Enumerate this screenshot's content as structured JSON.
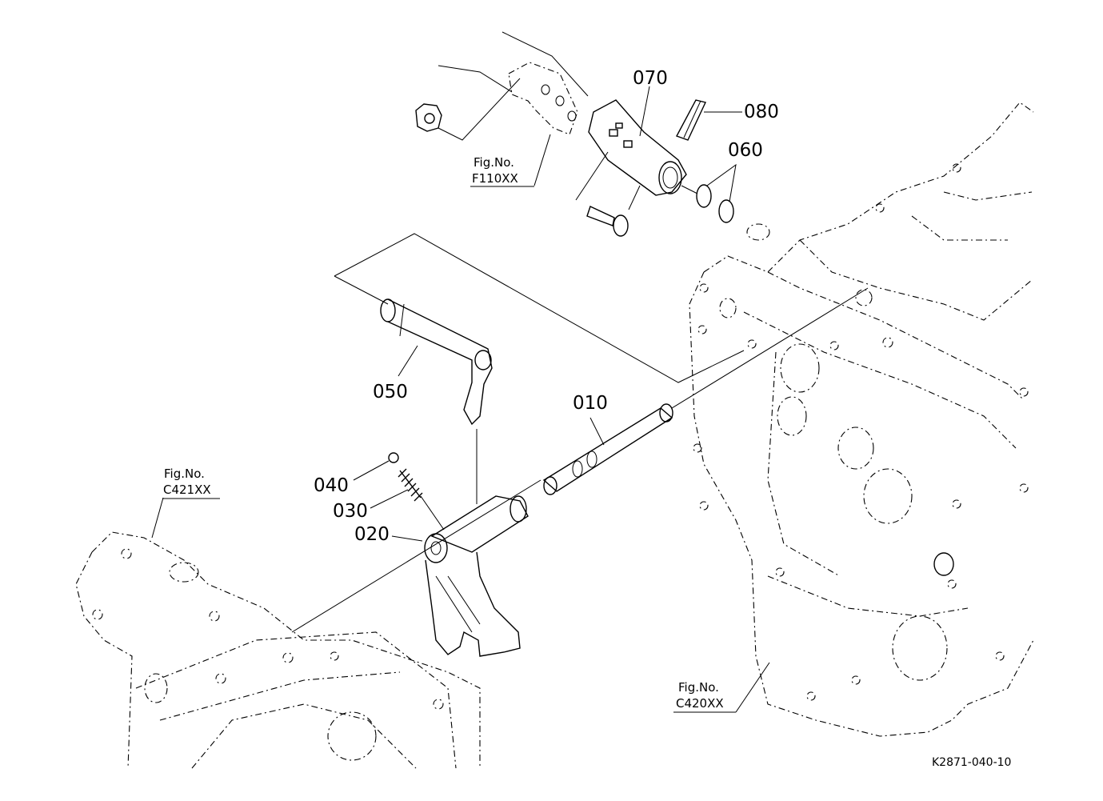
{
  "diagram": {
    "part_labels": [
      {
        "id": "p070",
        "text": "070"
      },
      {
        "id": "p080",
        "text": "080"
      },
      {
        "id": "p060",
        "text": "060"
      },
      {
        "id": "p050",
        "text": "050"
      },
      {
        "id": "p010",
        "text": "010"
      },
      {
        "id": "p040",
        "text": "040"
      },
      {
        "id": "p030",
        "text": "030"
      },
      {
        "id": "p020",
        "text": "020"
      }
    ],
    "figure_refs": [
      {
        "id": "f110",
        "caption": "Fig.No.",
        "ref": "F110XX"
      },
      {
        "id": "c421",
        "caption": "Fig.No.",
        "ref": "C421XX"
      },
      {
        "id": "c420",
        "caption": "Fig.No.",
        "ref": "C420XX"
      }
    ],
    "drawing_code": "K2871-040-10"
  }
}
